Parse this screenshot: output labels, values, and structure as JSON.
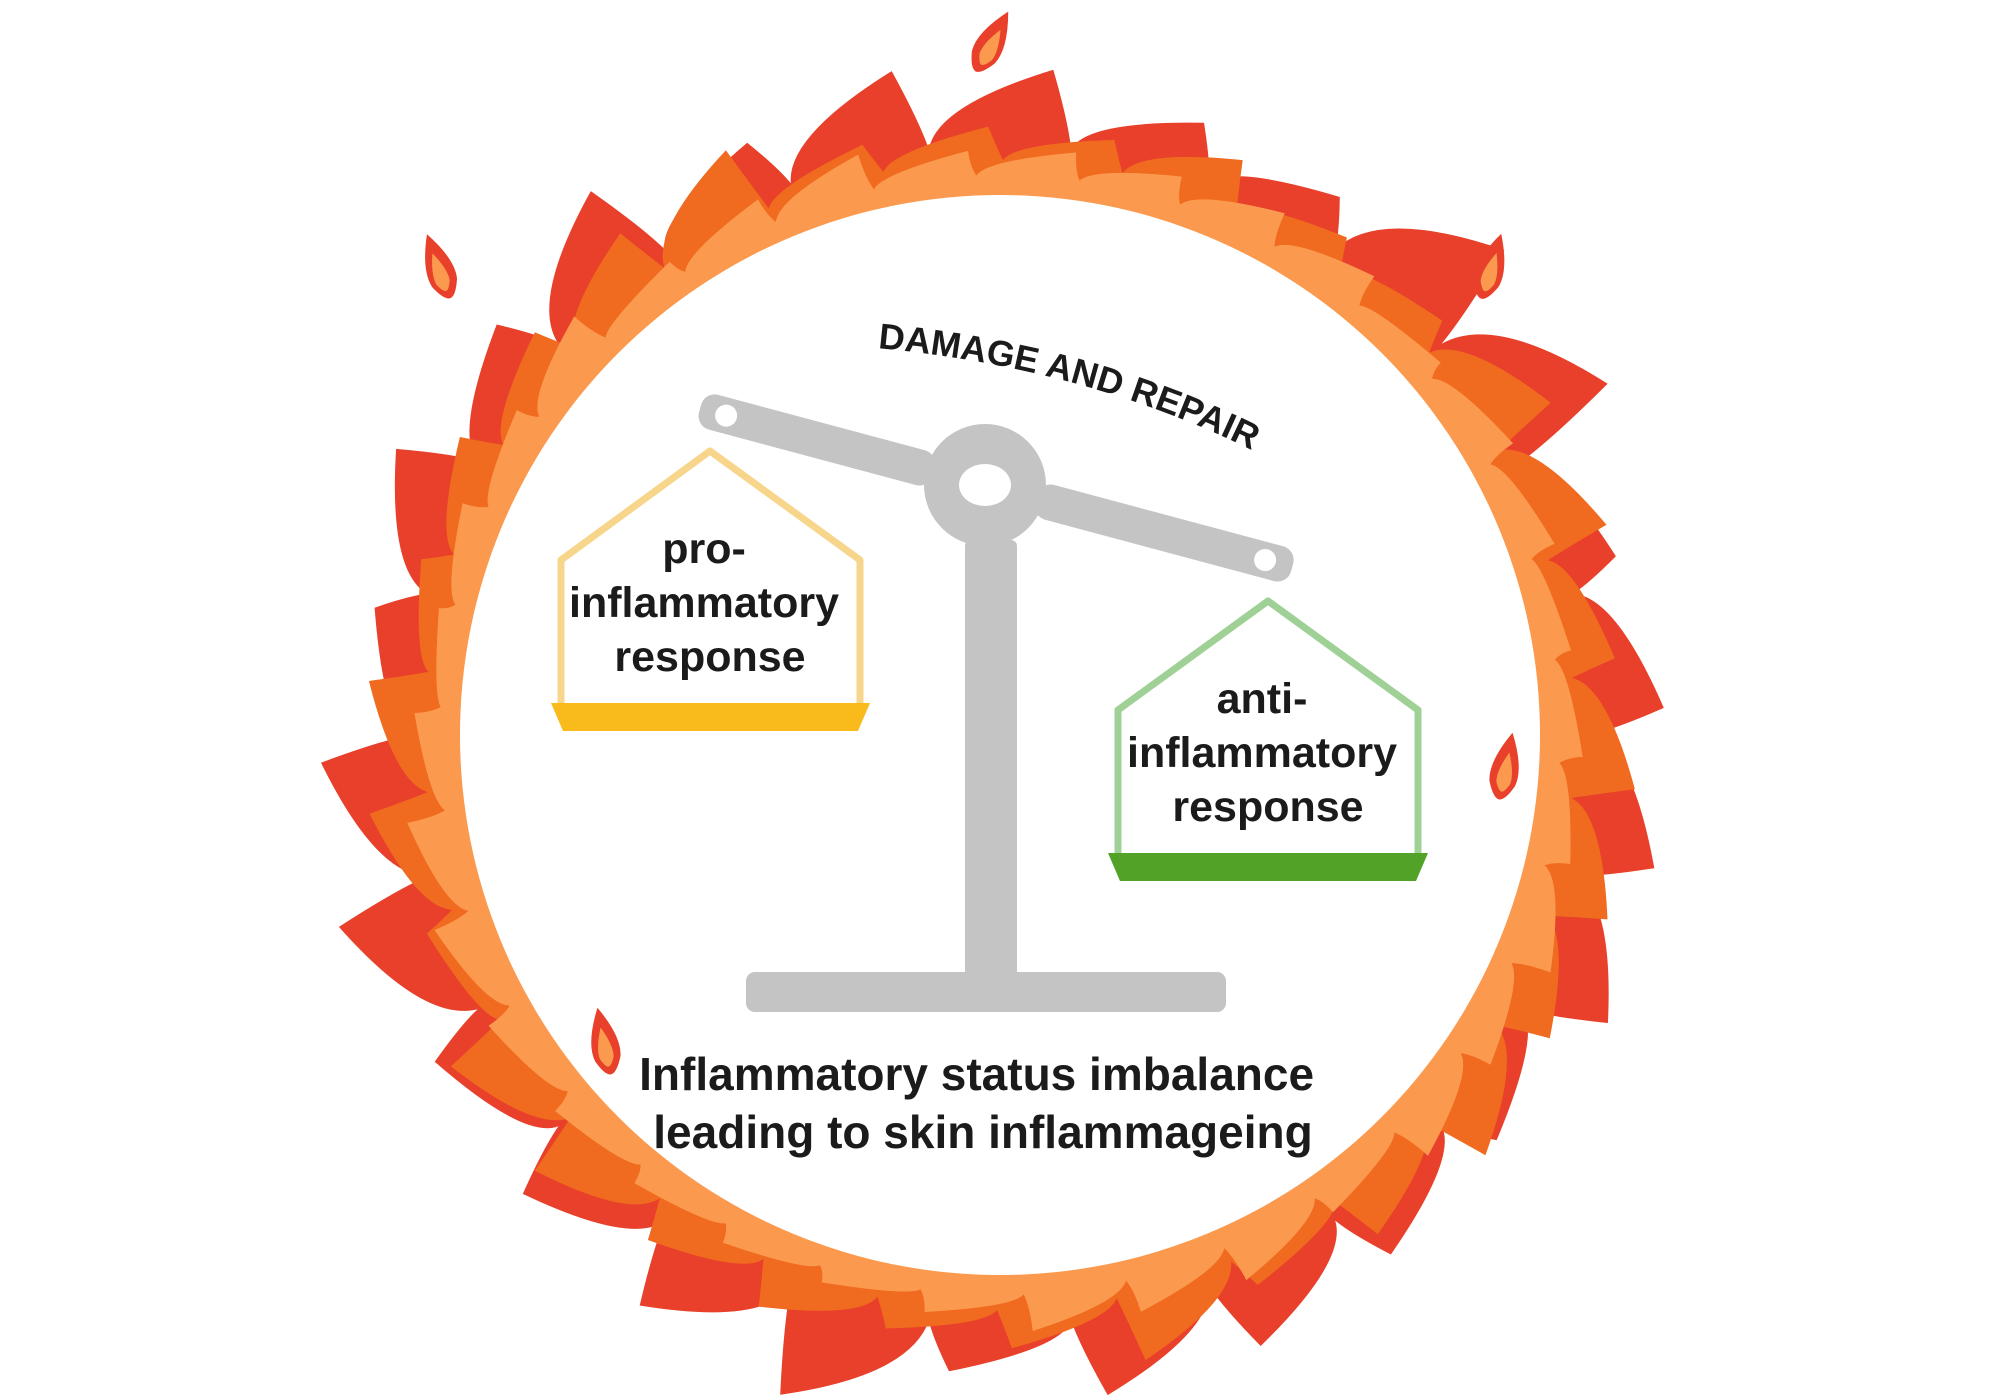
{
  "diagram": {
    "arc_label": "DAMAGE AND REPAIR",
    "left_pan": {
      "lines": [
        "pro-",
        "inflammatory",
        "response"
      ]
    },
    "right_pan": {
      "lines": [
        "anti-",
        "inflammatory",
        "response"
      ]
    },
    "caption": {
      "lines": [
        "Inflammatory status imbalance",
        "leading to skin inflammageing"
      ]
    }
  },
  "colors": {
    "flame_outer": "#e8402a",
    "flame_mid": "#f06a1f",
    "flame_inner": "#fb9a4e",
    "scale_gray": "#c4c4c4",
    "left_pan_outline": "#f7d58a",
    "left_pan_base": "#f8bb1b",
    "right_pan_outline": "#9fd197",
    "right_pan_base": "#52a228"
  },
  "icons": [
    "fire-ring-icon",
    "balance-scale-icon"
  ]
}
